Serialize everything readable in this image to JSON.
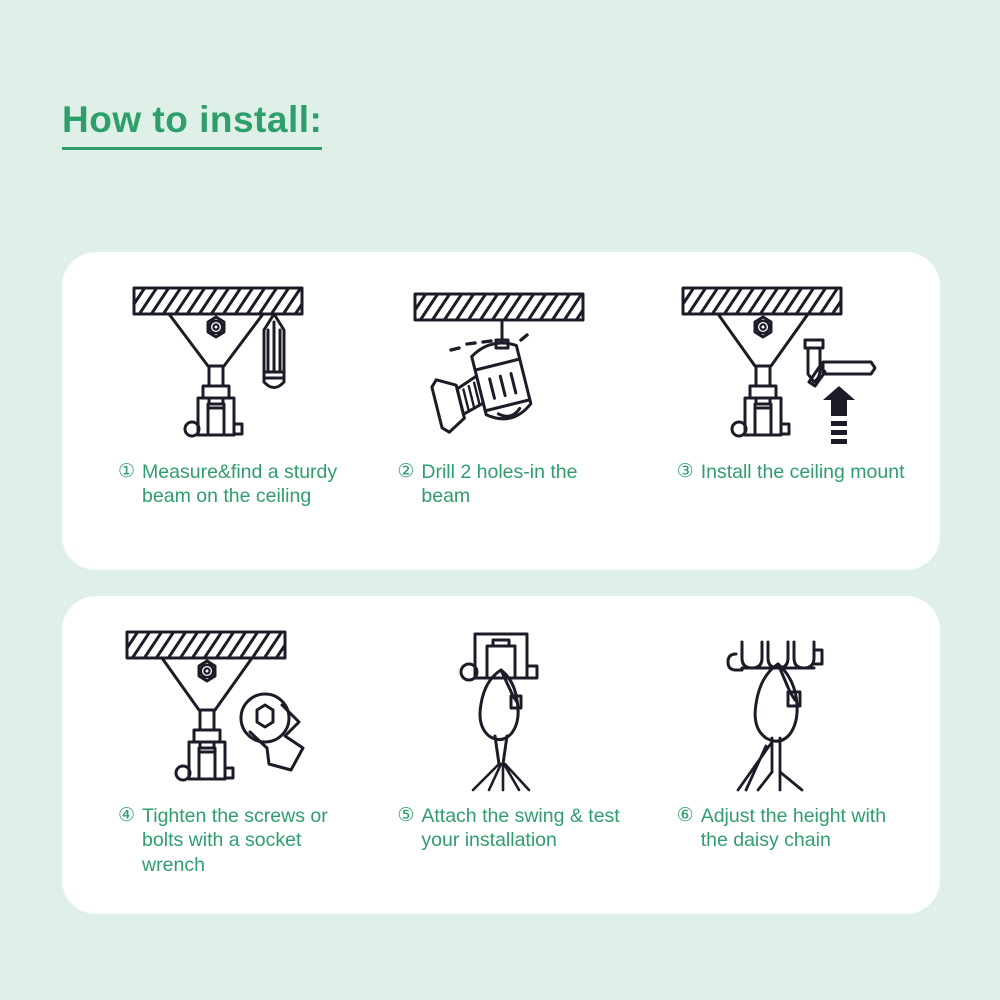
{
  "page": {
    "background_color": "#dff0e8",
    "card_color": "#ffffff",
    "accent_color": "#2e9e6b",
    "line_color": "#1c1c28"
  },
  "header": {
    "title": "How to install:"
  },
  "rows": [
    {
      "id": "row-1",
      "steps": [
        {
          "number": "①",
          "text": "Measure&find a sturdy beam on the ceiling",
          "art": "ceiling-mount-with-pencil"
        },
        {
          "number": "②",
          "text": "Drill 2 holes-in the beam",
          "art": "drill-into-beam"
        },
        {
          "number": "③",
          "text": "Install the ceiling mount",
          "art": "ceiling-mount-with-hammer"
        }
      ]
    },
    {
      "id": "row-2",
      "steps": [
        {
          "number": "④",
          "text": "Tighten the screws or bolts with a socket wrench",
          "art": "ceiling-mount-with-wrench"
        },
        {
          "number": "⑤",
          "text": "Attach the swing & test your installation",
          "art": "hanger-with-carabiner-and-ropes"
        },
        {
          "number": "⑥",
          "text": "Adjust the height with the daisy chain",
          "art": "daisy-chain-with-carabiner"
        }
      ]
    }
  ]
}
